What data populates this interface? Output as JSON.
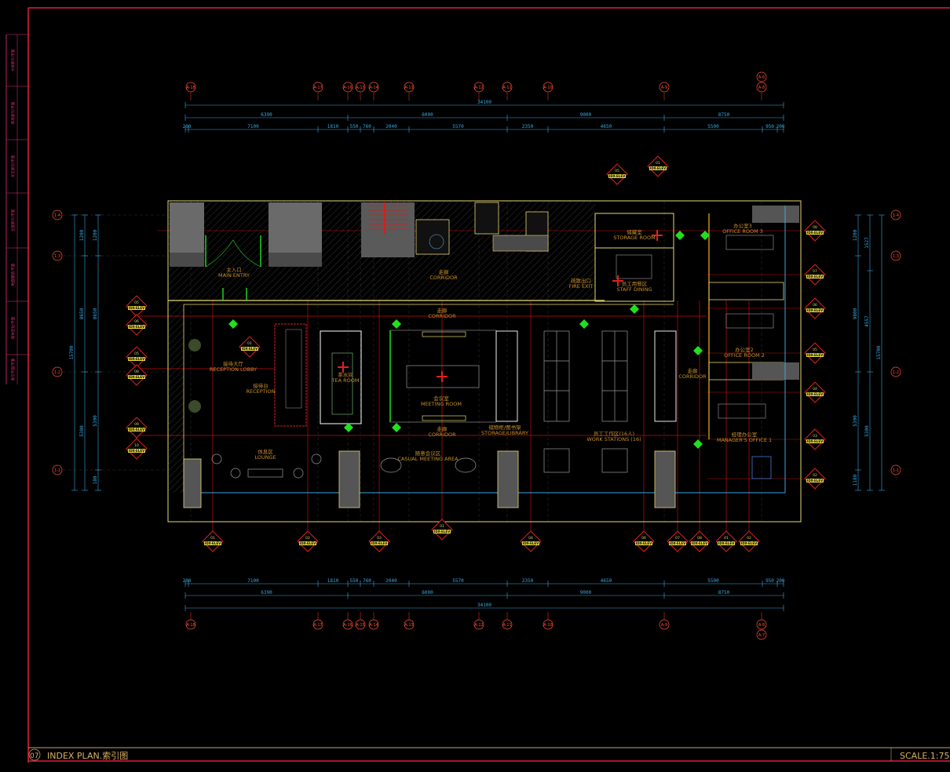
{
  "title_bar": {
    "number": "07",
    "title": "INDEX PLAN.索引图",
    "scale": "SCALE.1:75"
  },
  "side_strip": [
    "大样索引/平面",
    "家具索引/平面",
    "天花索引/平面",
    "立面索引/平面",
    "地面铺装/平面",
    "墙体定位/平面",
    "索引平面/平面"
  ],
  "grid_bubbles_x": [
    "A-18",
    "A-17",
    "A-16",
    "A-15",
    "A-14",
    "A-13",
    "A-12",
    "A-11",
    "A-10",
    "A-9",
    "A-8",
    "A-7"
  ],
  "grid_bubble_extra": "A-6",
  "grid_bubbles_y": [
    "1-4",
    "1-3",
    "1-2",
    "1-1"
  ],
  "dimensions": {
    "total": "34100",
    "main": [
      "6390",
      "6000",
      "9000",
      "8750"
    ],
    "detail": [
      "200",
      "7100",
      "1810",
      "550",
      "760",
      "2040",
      "5570",
      "2350",
      "4650",
      "5500",
      "950",
      "200"
    ],
    "left_total": "15700",
    "left_a": [
      "1200",
      "8650",
      "5300"
    ],
    "left_b": [
      "1200",
      "8650",
      "5300",
      "180"
    ],
    "right_a": [
      "1200",
      "9800",
      "5300",
      "1180"
    ],
    "right_b": [
      "1527",
      "4557",
      "5300"
    ],
    "right_total": "15700"
  },
  "rooms": {
    "main_entry": {
      "cn": "主入口",
      "en": "MAIN ENTRY"
    },
    "corridor_top": {
      "cn": "走廊",
      "en": "CORRIDOR"
    },
    "fire_exit": {
      "cn": "疏散出口",
      "en": "FIRE EXIT"
    },
    "storage_room": {
      "cn": "储藏室",
      "en": "STORAGE ROOM"
    },
    "staff_dining": {
      "cn": "员工用餐区",
      "en": "STAFF DINING"
    },
    "corridor_mid": {
      "cn": "走廊",
      "en": "CORRIDOR"
    },
    "reception_lobby": {
      "cn": "接待大厅",
      "en": "RECEPTION LOBBY"
    },
    "reception": {
      "cn": "接待台",
      "en": "RECEPTION"
    },
    "tea_room": {
      "cn": "茶水间",
      "en": "TEA ROOM"
    },
    "meeting_room": {
      "cn": "会议室",
      "en": "MEETING ROOM"
    },
    "corridor_low": {
      "cn": "走廊",
      "en": "CORRIDOR"
    },
    "storage_library": {
      "cn": "储物柜/图书架",
      "en": "STORAGE/LIBRARY"
    },
    "work_stations": {
      "cn": "员工工作区(16人)",
      "en": "WORK STATIONS (16)"
    },
    "corridor_right": {
      "cn": "走廊",
      "en": "CORRIDOR"
    },
    "lounge": {
      "cn": "休息区",
      "en": "LOUNGE"
    },
    "casual_meeting": {
      "cn": "随意会议区",
      "en": "CASUAL MEETING AREA"
    },
    "office_3": {
      "cn": "办公室3",
      "en": "OFFICE ROOM 3"
    },
    "office_2": {
      "cn": "办公室2",
      "en": "OFFICE ROOM 2"
    },
    "manager_office": {
      "cn": "经理办公室",
      "en": "MANAGER'S OFFICE 1"
    }
  },
  "index_tags": {
    "label": "IDX-ELEV",
    "bottom": [
      "01",
      "02",
      "03",
      "01",
      "04",
      "06",
      "07",
      "08",
      "01",
      "02"
    ],
    "left": [
      "05",
      "06",
      "05",
      "08",
      "09",
      "10"
    ],
    "right": [
      "08",
      "07",
      "06",
      "05",
      "04",
      "03",
      "02"
    ],
    "top": [
      "05",
      "01"
    ],
    "reception_tag": "01"
  },
  "colors": {
    "frame": "#e0203a",
    "wall": "#e8d870",
    "dimension": "#3aa8e0",
    "grid": "#c01010",
    "door": "#20e020",
    "label": "#c8902a"
  }
}
